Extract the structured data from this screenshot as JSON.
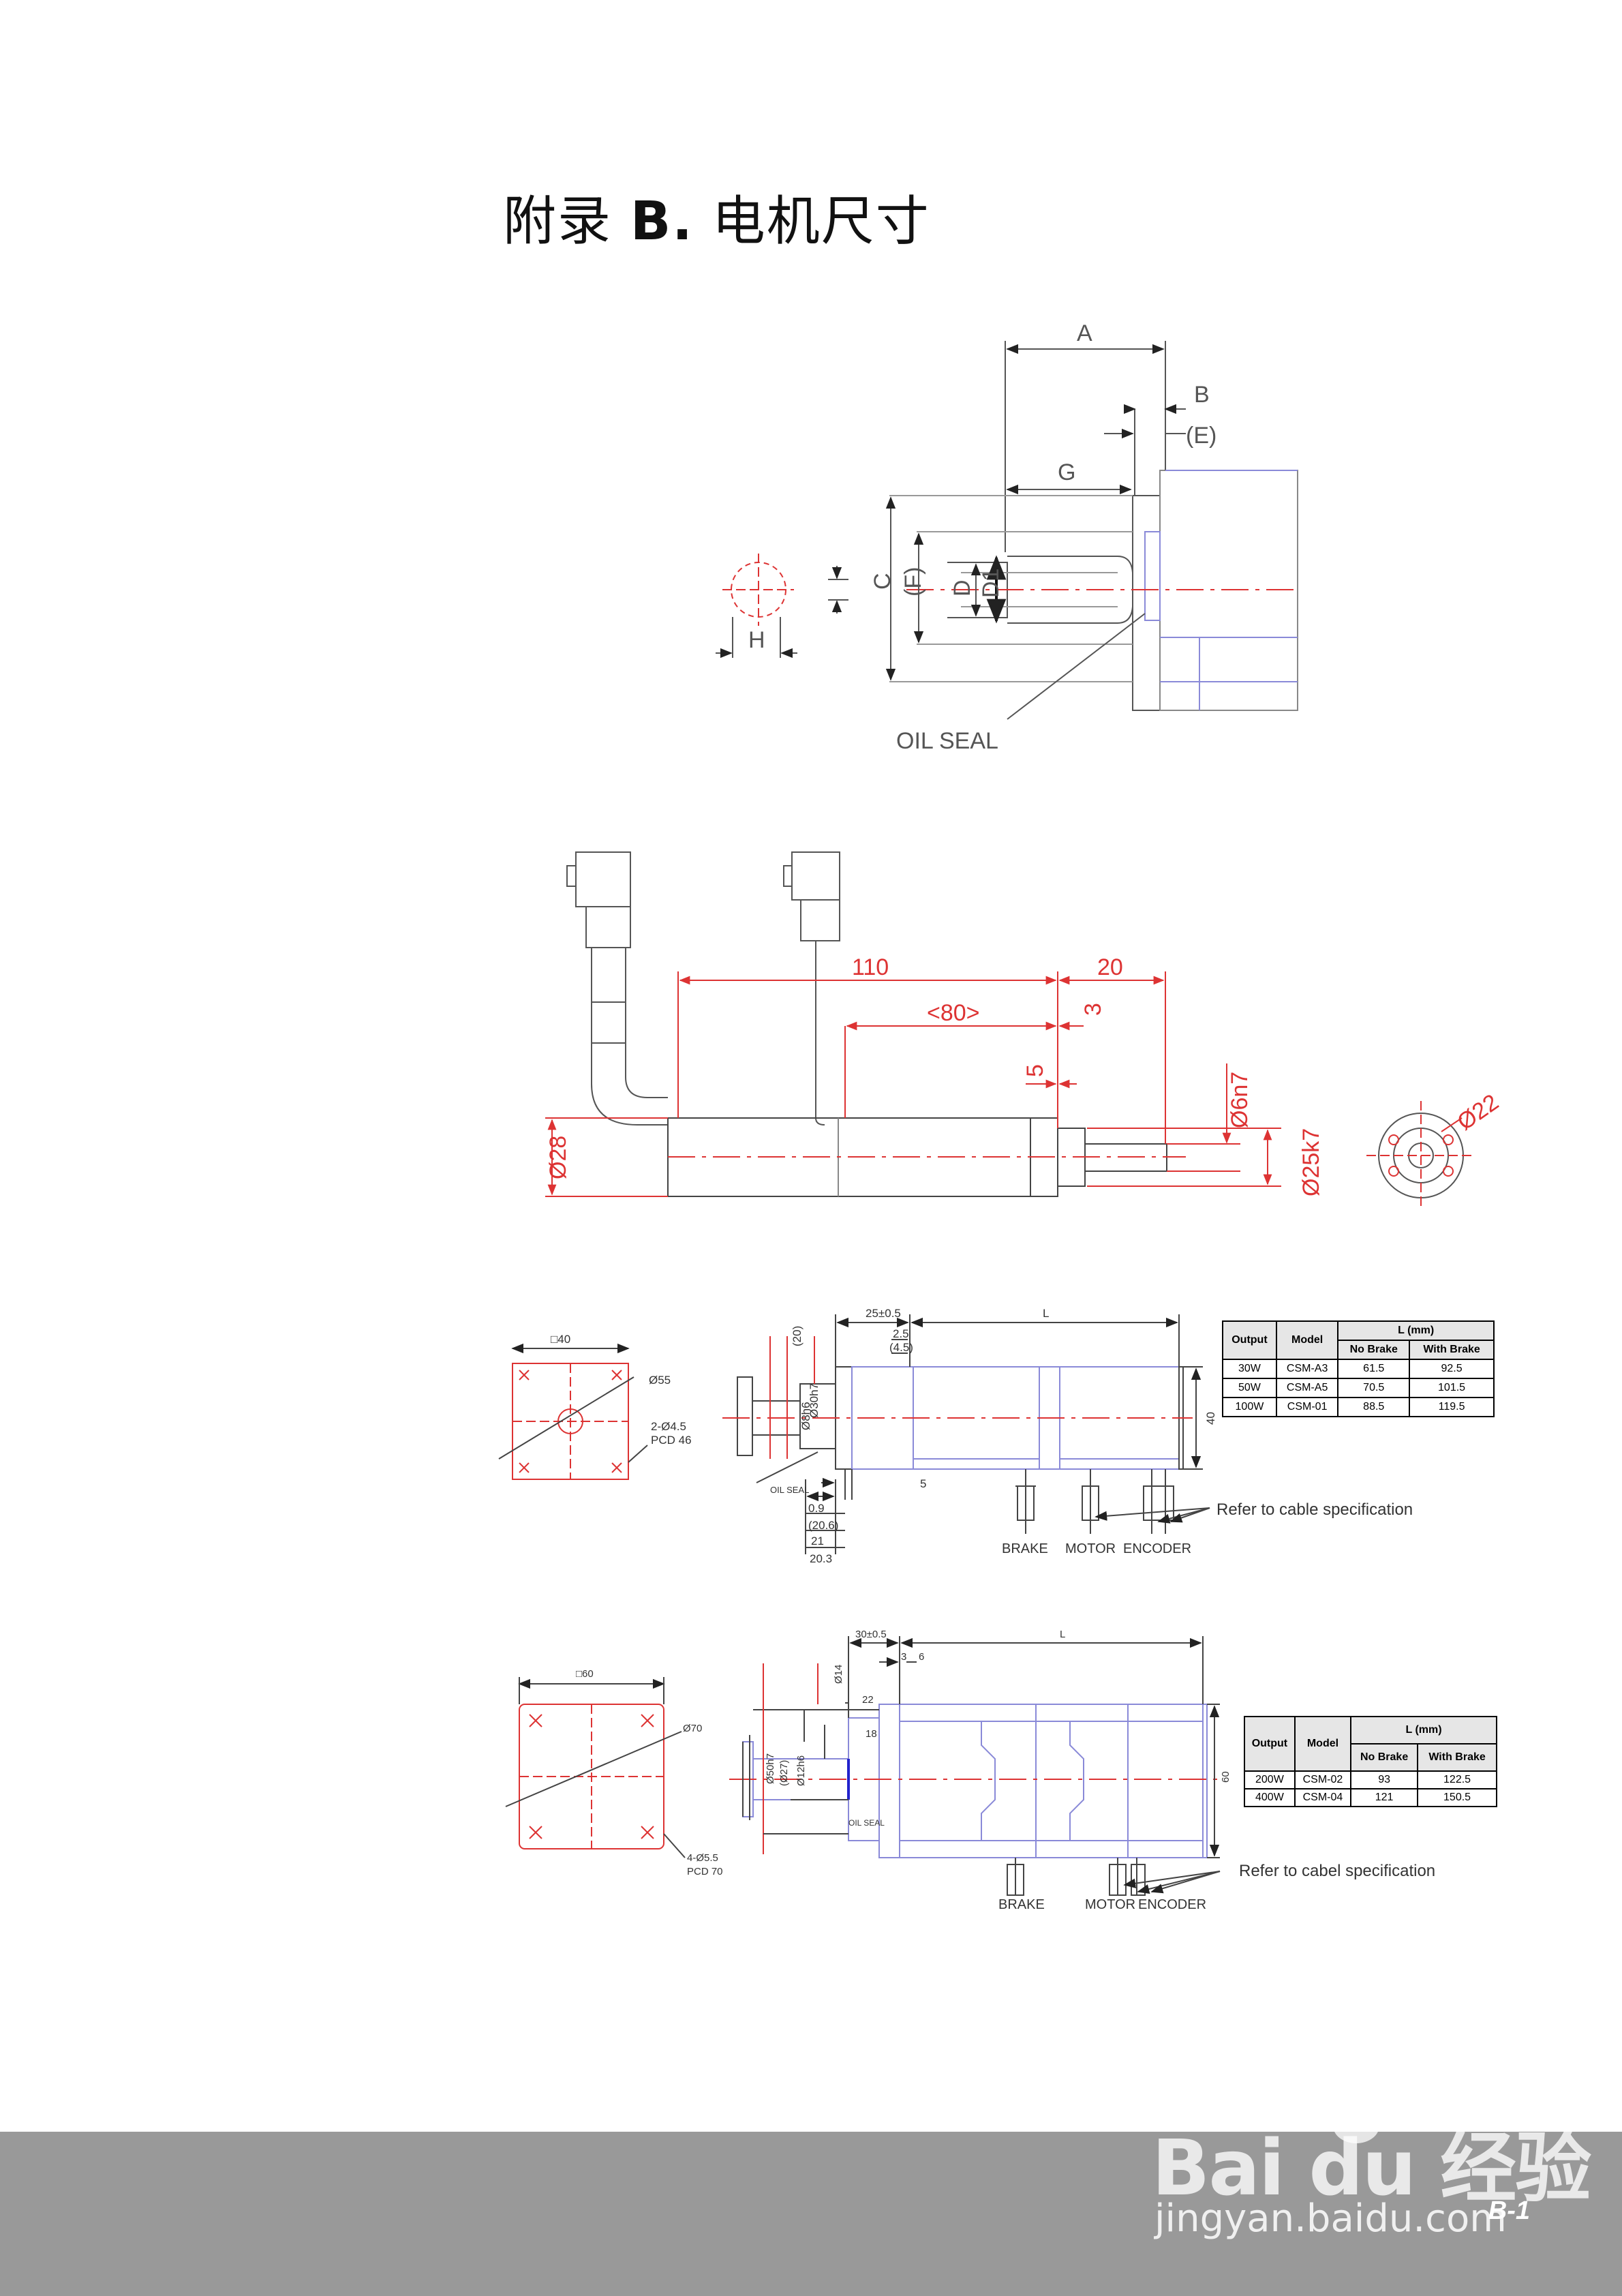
{
  "page": {
    "title_prefix": "附录",
    "title_letter": "B.",
    "title_text": "电机尺寸",
    "page_number": "B-1"
  },
  "drawing1": {
    "dim_a": "A",
    "dim_b": "B",
    "dim_e": "(E)",
    "dim_g": "G",
    "dim_c": "C",
    "dim_f": "(F)",
    "dim_d": "D",
    "dim_d1": "D1",
    "dim_h": "H",
    "oil_seal": "OIL SEAL"
  },
  "drawing2": {
    "dim_110": "110",
    "dim_20": "20",
    "dim_80": "<80>",
    "dim_3": "3",
    "dim_5": "5",
    "dia_28": "Ø28",
    "dia_6": "Ø6n7",
    "dia_25": "Ø25k7",
    "dia_22": "Ø22"
  },
  "drawing3": {
    "dim_square": "□40",
    "dim_55": "Ø55",
    "holes": "2-Ø4.5",
    "pcd": "PCD 46",
    "dim_25": "25±0.5",
    "dim_25b": "2.5",
    "dim_45": "(4.5)",
    "dim_l": "L",
    "dim_20": "(20)",
    "dim_40": "40",
    "dim_5": "5",
    "dim_09": "0.9",
    "dim_206": "(20.6)",
    "dim_21": "21",
    "dim_203": "20.3",
    "shaft1": "Ø30h7",
    "shaft2": "Ø8h6",
    "oil_seal": "OIL SEAL",
    "brake": "BRAKE",
    "motor": "MOTOR",
    "encoder": "ENCODER",
    "refer": "Refer to cable specification"
  },
  "table1": {
    "headers": {
      "output": "Output",
      "model": "Model",
      "l": "L (mm)",
      "no_brake": "No Brake",
      "with_brake": "With Brake"
    },
    "rows": [
      {
        "output": "30W",
        "model": "CSM-A3",
        "no_brake": "61.5",
        "with_brake": "92.5"
      },
      {
        "output": "50W",
        "model": "CSM-A5",
        "no_brake": "70.5",
        "with_brake": "101.5"
      },
      {
        "output": "100W",
        "model": "CSM-01",
        "no_brake": "88.5",
        "with_brake": "119.5"
      }
    ]
  },
  "drawing4": {
    "dim_square": "□60",
    "dim_70": "Ø70",
    "holes": "4-Ø5.5",
    "pcd": "PCD 70",
    "dim_30": "30±0.5",
    "dim_3": "3",
    "dim_6": "6",
    "dim_l": "L",
    "dim_22": "22",
    "dim_18": "18",
    "dim_60": "60",
    "shaft1": "Ø50h7",
    "shaft2": "Ø14",
    "shaft3": "(Ø27)",
    "shaft4": "Ø12h6",
    "oil_seal": "OIL SEAL",
    "brake": "BRAKE",
    "motor": "MOTOR",
    "encoder": "ENCODER",
    "refer": "Refer to cabel specification"
  },
  "table2": {
    "headers": {
      "output": "Output",
      "model": "Model",
      "l": "L (mm)",
      "no_brake": "No Brake",
      "with_brake": "With Brake"
    },
    "rows": [
      {
        "output": "200W",
        "model": "CSM-02",
        "no_brake": "93",
        "with_brake": "122.5"
      },
      {
        "output": "400W",
        "model": "CSM-04",
        "no_brake": "121",
        "with_brake": "150.5"
      }
    ]
  },
  "watermark": {
    "logo": "Bai du 经验",
    "url": "jingyan.baidu.com"
  }
}
